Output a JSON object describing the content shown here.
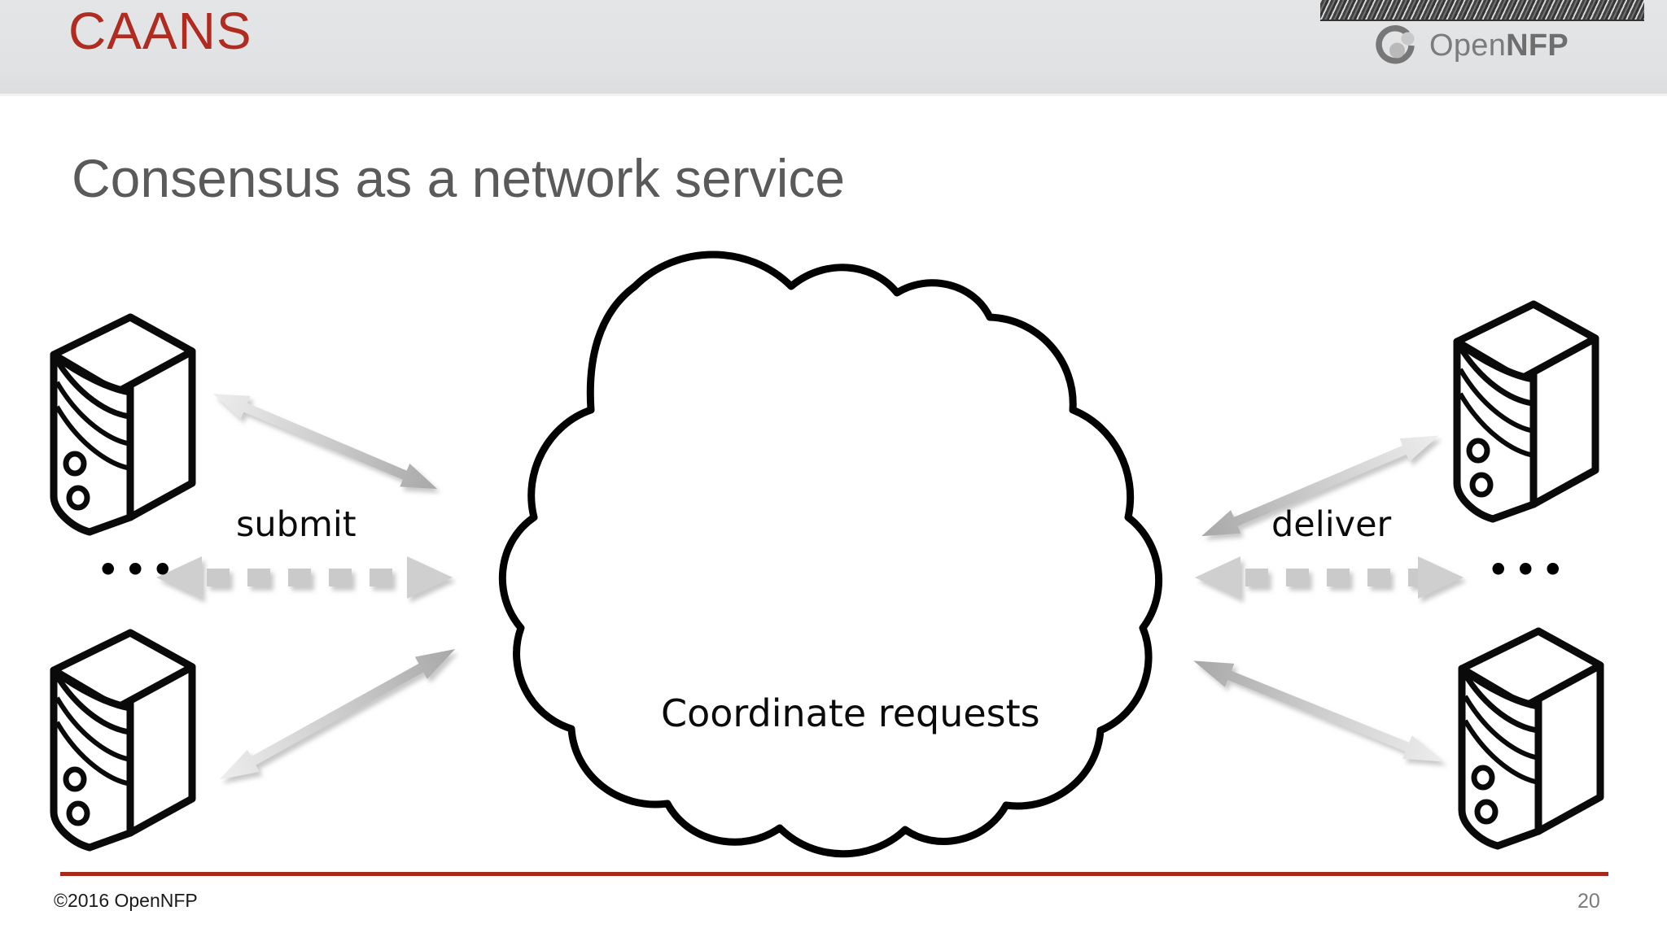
{
  "slide": {
    "title": "CAANS",
    "title_color": "#b02b20",
    "heading": "Consensus as a network service",
    "heading_color": "#5a5a5a",
    "background": "#ffffff",
    "header_band_color": "#e2e3e5"
  },
  "logo": {
    "mark_name": "opennfp-ring-icon",
    "text_regular": "Open",
    "text_bold": "NFP",
    "color": "#7c7c7c"
  },
  "diagram": {
    "cloud": {
      "label": "Coordinate requests",
      "outline_color": "#000000",
      "fill_color": "#ffffff"
    },
    "nodes": [
      {
        "name": "client-top-left",
        "icon": "server-tower-icon",
        "position": "top-left"
      },
      {
        "name": "client-bottom-left",
        "icon": "server-tower-icon",
        "position": "bottom-left"
      },
      {
        "name": "replica-top-right",
        "icon": "server-tower-icon",
        "position": "top-right"
      },
      {
        "name": "replica-bottom-right",
        "icon": "server-tower-icon",
        "position": "bottom-right"
      }
    ],
    "arrow_labels": {
      "left": "submit",
      "right": "deliver"
    },
    "ellipsis_left": "•••",
    "ellipsis_right": "•••",
    "arrow_color_light": "#e8e8e8",
    "arrow_color_dark": "#a9a9a9"
  },
  "footer": {
    "copyright": "©2016 OpenNFP",
    "page_number": "20",
    "rule_color": "#a52a1e",
    "page_number_color": "#7b7b7b"
  }
}
